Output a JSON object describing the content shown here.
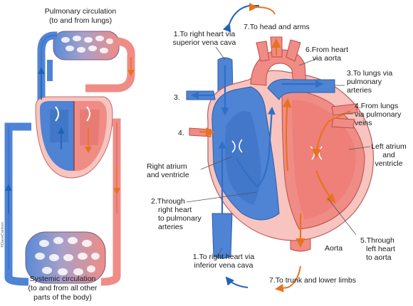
{
  "colors": {
    "oxygenated": "#f08c86",
    "oxygenated_light": "#f7c4c0",
    "deoxygenated": "#4f83d4",
    "deoxygenated_light": "#b9cff0",
    "dark_blue_arrow": "#1f63b8",
    "flow_arrow": "#e8731e",
    "outline": "#8a3030"
  },
  "left_diagram": {
    "top_caption": [
      "Pulmonary circulation",
      "(to and from lungs)"
    ],
    "bottom_caption": [
      "Systemic circulation",
      "(to and from all other",
      "parts of the body)"
    ],
    "credit": "©DaveCarlson"
  },
  "right_diagram": {
    "label_1a": [
      "1.To right heart via",
      "superior vena cava"
    ],
    "label_7a": "7.To head and arms",
    "label_6": [
      "6.From heart",
      "via aorta"
    ],
    "label_3a": [
      "3.To lungs via",
      "pulmonary",
      "arteries"
    ],
    "label_3b": "3.",
    "label_4a": [
      "4.From lungs",
      "via pulmonary",
      "veins"
    ],
    "label_4b": "4.",
    "label_left": [
      "Left atrium",
      "and",
      "ventricle"
    ],
    "label_right": [
      "Right atrium",
      "and ventricle"
    ],
    "label_2": [
      "2.Through",
      "right heart",
      "to pulmonary",
      "arteries"
    ],
    "label_5": [
      "5.Through",
      "left heart",
      "to aorta"
    ],
    "label_aorta": "Aorta",
    "label_1b": [
      "1.To right heart via",
      "inferior vena cava"
    ],
    "label_7b": "7.To trunk and lower limbs"
  }
}
